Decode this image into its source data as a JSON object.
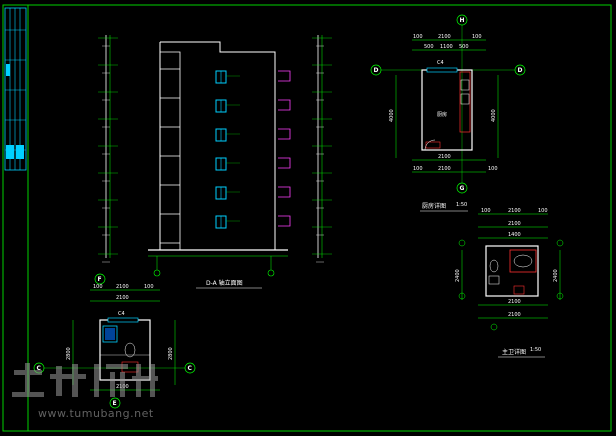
{
  "colors": {
    "background": "#000000",
    "frame": "#00d000",
    "title_block": "#00d0ff",
    "wall": "#ffffff",
    "window": "#00d0ff",
    "balcony": "#ff40ff",
    "dimension": "#00ff00",
    "accent_red": "#ff3030"
  },
  "elevation": {
    "title": "D-A 轴立面图"
  },
  "kitchen": {
    "title": "厨房详图",
    "scale": "1:50",
    "axis_top": "H",
    "axis_bottom": "G",
    "axis_left": "D",
    "axis_right": "D",
    "room_label": "厨房",
    "door_label": "C4",
    "dims_top_outer": [
      "100",
      "2100",
      "100"
    ],
    "dims_top_inner": [
      "500",
      "1100",
      "500"
    ],
    "dims_bottom": [
      "100",
      "2100",
      "100"
    ],
    "dims_bottom_inner": "2100",
    "dims_left": "4000",
    "dims_right": "4000"
  },
  "toilet_main": {
    "title": "主卫详图",
    "scale": "1:50",
    "dims_top": [
      "100",
      "2100",
      "100"
    ],
    "dims_top_inner": "2100",
    "dims_top_inner2": "1400",
    "dims_bottom": "2100",
    "dims_bottom_outer": "2100",
    "dims_left": "2400",
    "dims_right": "2400"
  },
  "toilet_public": {
    "title": "公卫详图",
    "axis_top": "F",
    "axis_bottom": "E",
    "axis_left": "C",
    "axis_right": "C",
    "door_label": "C4",
    "dims_top": [
      "100",
      "2100",
      "100"
    ],
    "dims_top_inner": "2100",
    "dims_bottom": "2100",
    "dims_left": "2800",
    "dims_right": "2800"
  },
  "watermark": {
    "logo": "土木在线",
    "url": "www.tumubang.net"
  }
}
